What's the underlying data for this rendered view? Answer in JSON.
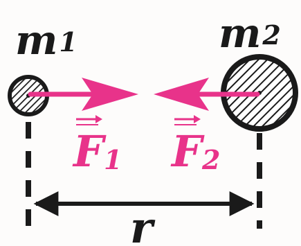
{
  "diagram": {
    "mass_left": {
      "symbol": "m",
      "subscript": "1"
    },
    "mass_right": {
      "symbol": "m",
      "subscript": "2"
    },
    "force_left": {
      "symbol": "F",
      "subscript": "1"
    },
    "force_right": {
      "symbol": "F",
      "subscript": "2"
    },
    "distance": {
      "symbol": "r"
    },
    "colors": {
      "force": "#e8338a",
      "ink": "#1a1a1a"
    }
  }
}
